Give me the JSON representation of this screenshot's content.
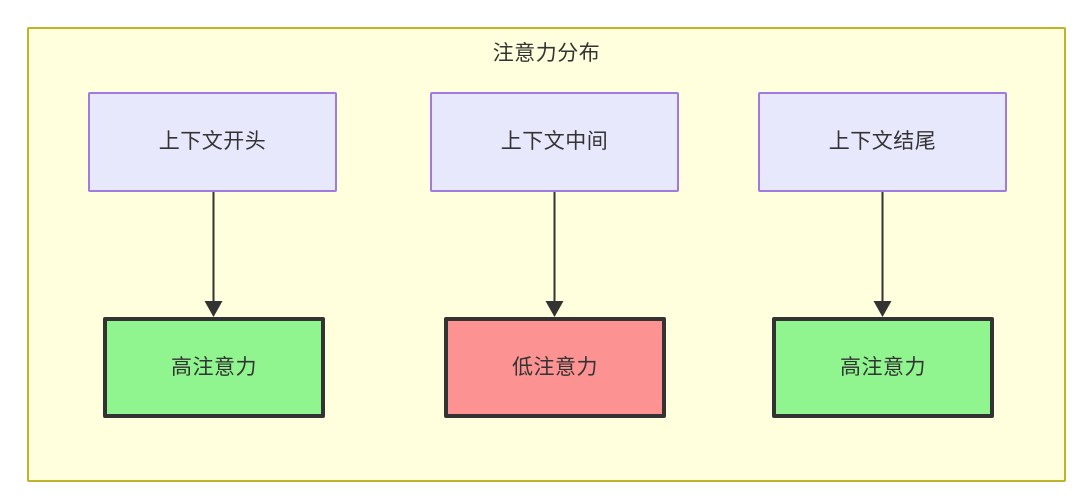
{
  "diagram": {
    "title": "注意力分布",
    "colors": {
      "cluster_fill": "#ffffdd",
      "cluster_border": "#bdb429",
      "source_fill": "#e8e8fd",
      "source_border": "#9f7ae0",
      "high_attention_fill": "#90f48f",
      "low_attention_fill": "#fd9292",
      "node_border": "#333333",
      "edge": "#333333",
      "text": "#333333"
    },
    "source_nodes": [
      {
        "id": "ctx-start",
        "label": "上下文开头"
      },
      {
        "id": "ctx-middle",
        "label": "上下文中间"
      },
      {
        "id": "ctx-end",
        "label": "上下文结尾"
      }
    ],
    "target_nodes": [
      {
        "id": "attn-high-start",
        "label": "高注意力",
        "level": "high"
      },
      {
        "id": "attn-low-middle",
        "label": "低注意力",
        "level": "low"
      },
      {
        "id": "attn-high-end",
        "label": "高注意力",
        "level": "high"
      }
    ],
    "edges": [
      {
        "from": "上下文开头",
        "to": "高注意力"
      },
      {
        "from": "上下文中间",
        "to": "低注意力"
      },
      {
        "from": "上下文结尾",
        "to": "高注意力"
      }
    ]
  }
}
